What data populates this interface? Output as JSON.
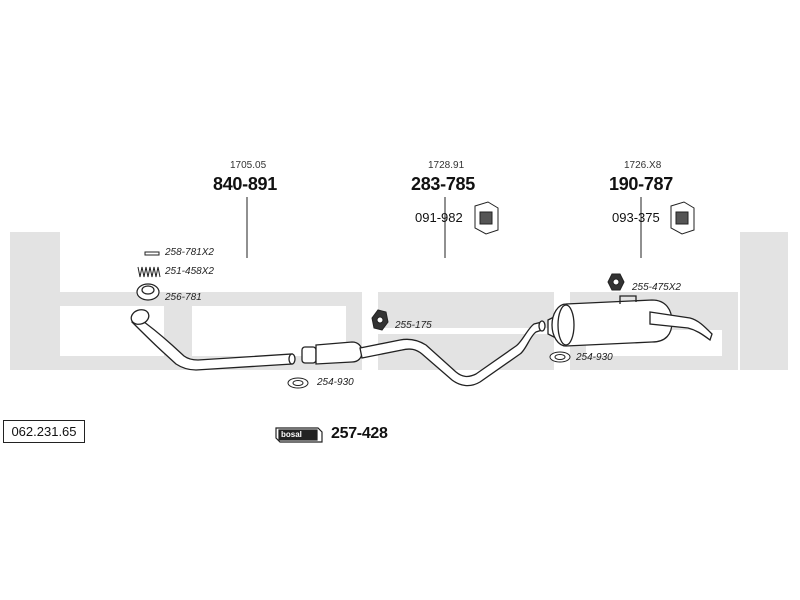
{
  "brand_watermark": "bosal",
  "catalog_number": "062.231.65",
  "sections": [
    {
      "ref": "1705.05",
      "part": "840-891"
    },
    {
      "ref": "1728.91",
      "part": "283-785",
      "bracket": "091-982"
    },
    {
      "ref": "1726.X8",
      "part": "190-787",
      "bracket": "093-375"
    }
  ],
  "accessories": {
    "bolt": "258-781X2",
    "spring": "251-458X2",
    "ring": "256-781",
    "clamp_front": "254-930",
    "rubber_mount_center": "255-175",
    "rubber_mount_rear": "255-475X2",
    "clamp_rear": "254-930"
  },
  "kit": {
    "logo": "bosal",
    "number": "257-428"
  },
  "colors": {
    "watermark": "#e3e3e3",
    "line": "#222222"
  }
}
